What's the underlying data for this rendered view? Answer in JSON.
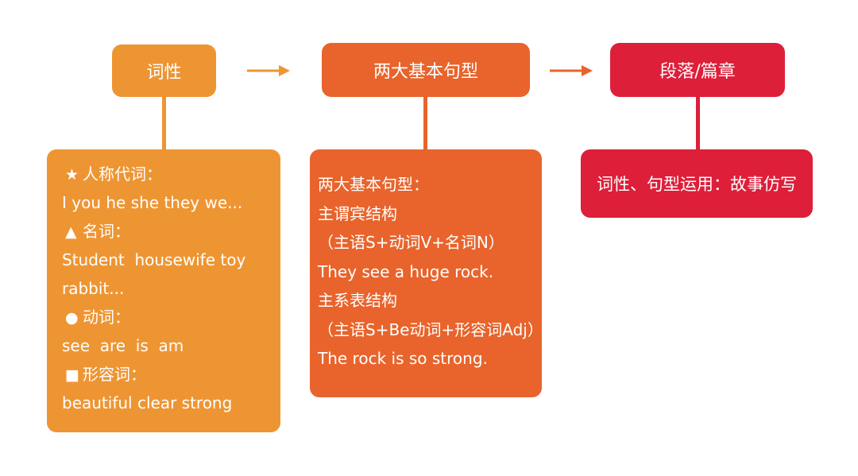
{
  "nodes": {
    "n1": "词性",
    "n2": "两大基本句型",
    "n3": "段落/篇章"
  },
  "box1": {
    "lines": [
      {
        "mark": "★",
        "text": "人称代词："
      },
      {
        "mark": "",
        "text": "I you he she they we..."
      },
      {
        "mark": "▲",
        "text": "名词："
      },
      {
        "mark": "",
        "text": "Student  housewife toy"
      },
      {
        "mark": "",
        "text": "rabbit..."
      },
      {
        "mark": "●",
        "text": "动词："
      },
      {
        "mark": "",
        "text": "see  are  is  am"
      },
      {
        "mark": "■",
        "text": "形容词："
      },
      {
        "mark": "",
        "text": "beautiful clear strong"
      }
    ]
  },
  "box2": {
    "lines": [
      "两大基本句型：",
      "主谓宾结构",
      "（主语S+动词V+名词N）",
      "They see a huge rock.",
      "主系表结构",
      "（主语S+Be动词+形容词Adj）",
      "The rock is so strong."
    ]
  },
  "box3": {
    "text": "词性、句型运用：故事仿写"
  },
  "colors": {
    "orange": "#EE9533",
    "dark_orange": "#E8642C",
    "red": "#DD1F3A"
  }
}
